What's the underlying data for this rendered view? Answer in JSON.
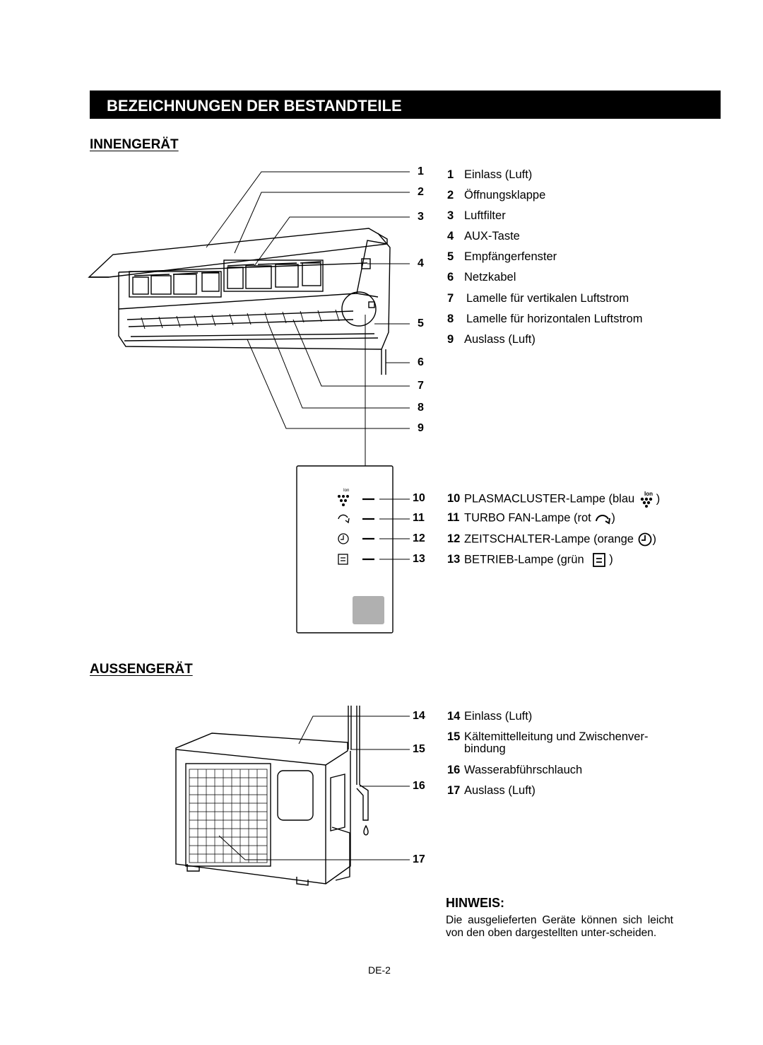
{
  "banner": "BEZEICHNUNGEN DER BESTANDTEILE",
  "indoor": {
    "title": "INNENGERÄT",
    "callouts": [
      "1",
      "2",
      "3",
      "4",
      "5",
      "6",
      "7",
      "8",
      "9",
      "10",
      "11",
      "12",
      "13"
    ],
    "parts": [
      {
        "num": "1",
        "label": "Einlass (Luft)"
      },
      {
        "num": "2",
        "label": "Öffnungsklappe"
      },
      {
        "num": "3",
        "label": "Luftfilter"
      },
      {
        "num": "4",
        "label": "AUX-Taste"
      },
      {
        "num": "5",
        "label": "Empfängerfenster"
      },
      {
        "num": "6",
        "label": "Netzkabel"
      },
      {
        "num": "7",
        "label": "Lamelle für vertikalen Luftstrom"
      },
      {
        "num": "8",
        "label": "Lamelle für horizontalen Luftstrom"
      },
      {
        "num": "9",
        "label": "Auslass (Luft)"
      }
    ],
    "lamps": [
      {
        "num": "10",
        "label": "PLASMACLUSTER-Lampe (blau",
        "icon": "plasmacluster-ion-icon"
      },
      {
        "num": "11",
        "label": "TURBO FAN-Lampe (rot",
        "icon": "turbo-fan-icon"
      },
      {
        "num": "12",
        "label": "ZEITSCHALTER-Lampe (orange",
        "icon": "timer-clock-icon"
      },
      {
        "num": "13",
        "label": "BETRIEB-Lampe (grün",
        "icon": "operation-icon"
      }
    ],
    "close_paren": ")",
    "ion_label": "Ion"
  },
  "outdoor": {
    "title": "AUSSENGERÄT",
    "callouts": [
      "14",
      "15",
      "16",
      "17"
    ],
    "parts": [
      {
        "num": "14",
        "label": "Einlass (Luft)"
      },
      {
        "num": "15",
        "label": "Kältemittelleitung und  Zwischenver-",
        "label2": "bindung"
      },
      {
        "num": "16",
        "label": "Wasserabführschlauch"
      },
      {
        "num": "17",
        "label": "Auslass (Luft)"
      }
    ]
  },
  "note": {
    "title": "HINWEIS:",
    "text": "Die ausgelieferten Geräte können sich leicht von den oben dargestellten unter-scheiden."
  },
  "footer": "DE-2"
}
